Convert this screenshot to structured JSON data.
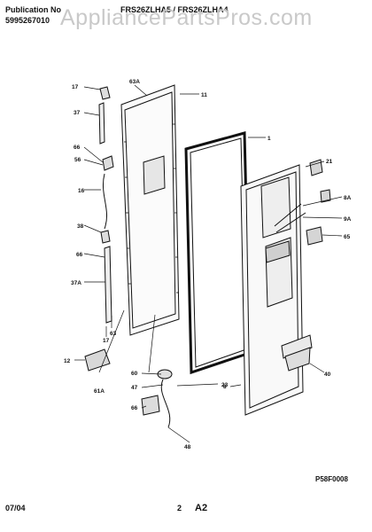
{
  "header": {
    "publication_label": "Publication No",
    "publication_number": "5995267010",
    "model_codes": "FRS26ZLHA5 / FRS26ZLHA4",
    "watermark": "AppliancePartsPros.com"
  },
  "callouts": [
    "17",
    "63A",
    "11",
    "37",
    "1",
    "66",
    "21",
    "56",
    "8A",
    "16",
    "9A",
    "38",
    "65",
    "66",
    "37A",
    "63",
    "17",
    "12",
    "61A",
    "60",
    "47",
    "23",
    "66",
    "8",
    "48",
    "40"
  ],
  "figure_code": "P58F0008",
  "footer": {
    "date": "07/04",
    "page_number": "2",
    "section": "A2"
  }
}
